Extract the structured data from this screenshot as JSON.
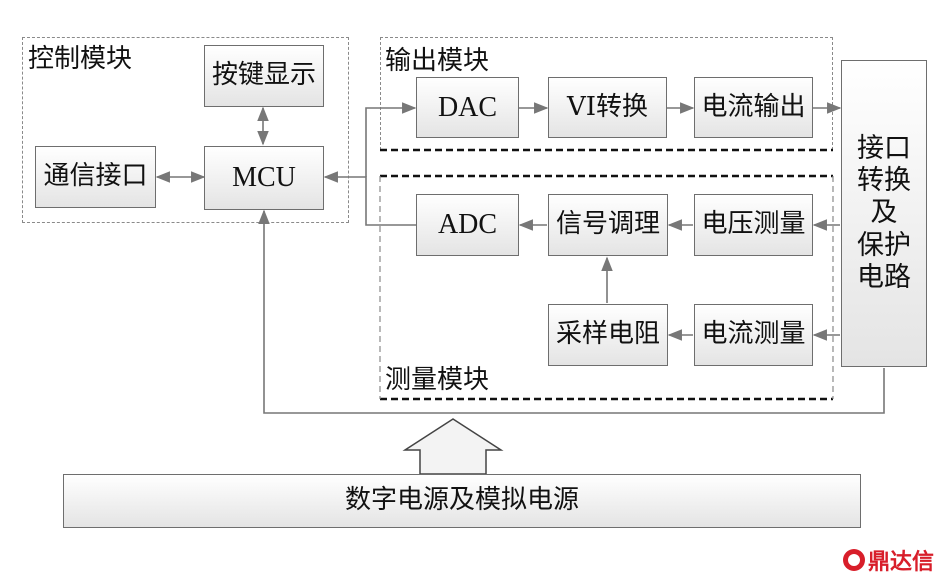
{
  "modules": {
    "control": "控制模块",
    "output": "输出模块",
    "measure": "测量模块"
  },
  "blocks": {
    "key_display": "按键显示",
    "comm_interface": "通信接口",
    "mcu": "MCU",
    "dac": "DAC",
    "vi_convert": "VI转换",
    "current_output": "电流输出",
    "adc": "ADC",
    "signal_cond": "信号调理",
    "voltage_measure": "电压测量",
    "sample_resistor": "采样电阻",
    "current_measure": "电流测量",
    "interface_protect": "接口\n转换\n及\n保护\n电路",
    "power": "数字电源及模拟电源"
  },
  "watermark": "鼎达信"
}
